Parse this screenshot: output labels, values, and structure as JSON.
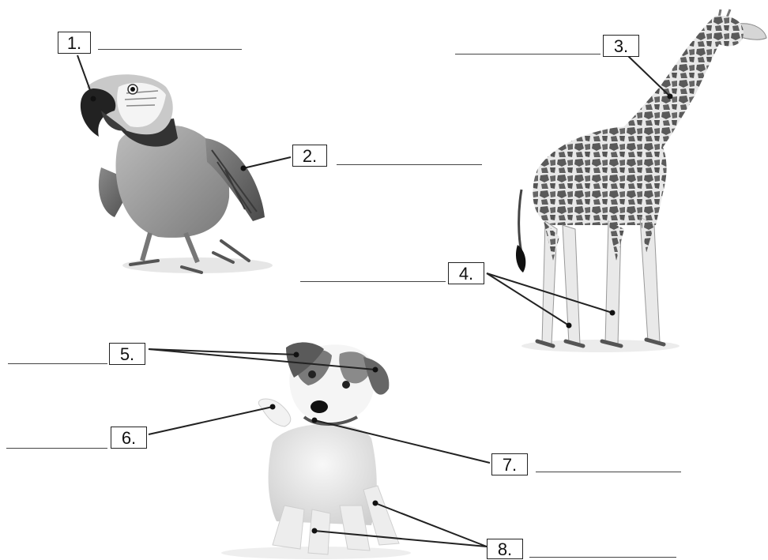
{
  "labels": [
    {
      "id": "1",
      "text": "1."
    },
    {
      "id": "2",
      "text": "2."
    },
    {
      "id": "3",
      "text": "3."
    },
    {
      "id": "4",
      "text": "4."
    },
    {
      "id": "5",
      "text": "5."
    },
    {
      "id": "6",
      "text": "6."
    },
    {
      "id": "7",
      "text": "7."
    },
    {
      "id": "8",
      "text": "8."
    }
  ],
  "animals": [
    "parrot",
    "giraffe",
    "dog"
  ],
  "colors": {
    "ink": "#111111",
    "line": "#333333",
    "paper": "#ffffff"
  }
}
